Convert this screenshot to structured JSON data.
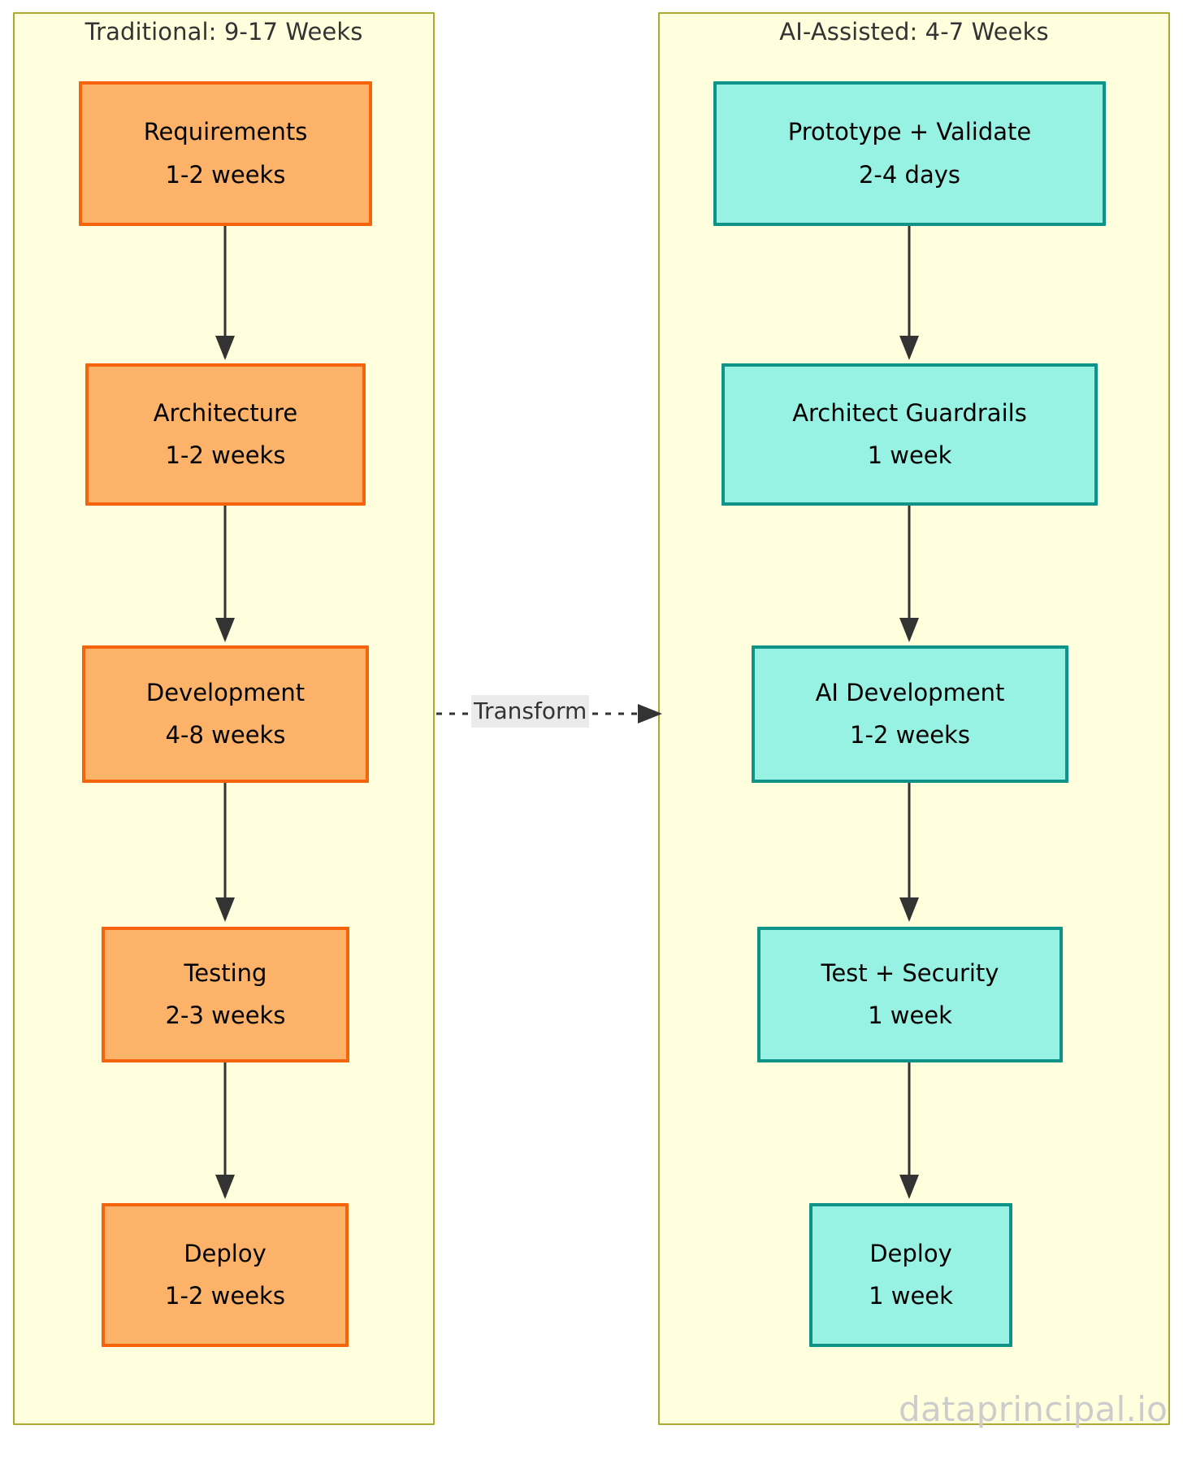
{
  "diagram": {
    "type": "flowchart",
    "direction": "left-to-right comparison",
    "watermark": "dataprincipal.io",
    "colors": {
      "subgraph_fill": "#ffffde",
      "subgraph_stroke": "#aaaa33",
      "traditional_fill": "#fcb268",
      "traditional_stroke": "#f5640a",
      "ai_fill": "#97f2e3",
      "ai_stroke": "#0f9287",
      "edge_stroke": "#333333",
      "edge_label_bg": "#ebebeb",
      "watermark_color": "#cccccc",
      "canvas_bg": "#ffffff"
    }
  },
  "subgraphs": [
    {
      "id": "traditional",
      "title": "Traditional: 9-17 Weeks",
      "nodes": [
        {
          "id": "requirements",
          "line1": "Requirements",
          "line2": "1-2 weeks"
        },
        {
          "id": "architecture",
          "line1": "Architecture",
          "line2": "1-2 weeks"
        },
        {
          "id": "development",
          "line1": "Development",
          "line2": "4-8 weeks"
        },
        {
          "id": "testing",
          "line1": "Testing",
          "line2": "2-3 weeks"
        },
        {
          "id": "deploy",
          "line1": "Deploy",
          "line2": "1-2 weeks"
        }
      ]
    },
    {
      "id": "ai-assisted",
      "title": "AI-Assisted: 4-7 Weeks",
      "nodes": [
        {
          "id": "prototype",
          "line1": "Prototype + Validate",
          "line2": "2-4 days"
        },
        {
          "id": "guardrails",
          "line1": "Architect Guardrails",
          "line2": "1 week"
        },
        {
          "id": "ai-development",
          "line1": "AI Development",
          "line2": "1-2 weeks"
        },
        {
          "id": "test-security",
          "line1": "Test + Security",
          "line2": "1 week"
        },
        {
          "id": "ai-deploy",
          "line1": "Deploy",
          "line2": "1 week"
        }
      ]
    }
  ],
  "edges": {
    "transform_label": "Transform",
    "traditional_chain": [
      "requirements",
      "architecture",
      "development",
      "testing",
      "deploy"
    ],
    "ai_chain": [
      "prototype",
      "guardrails",
      "ai-development",
      "test-security",
      "ai-deploy"
    ],
    "cross_link": {
      "from": "development",
      "to": "ai-development",
      "style": "dotted",
      "label": "Transform"
    }
  }
}
